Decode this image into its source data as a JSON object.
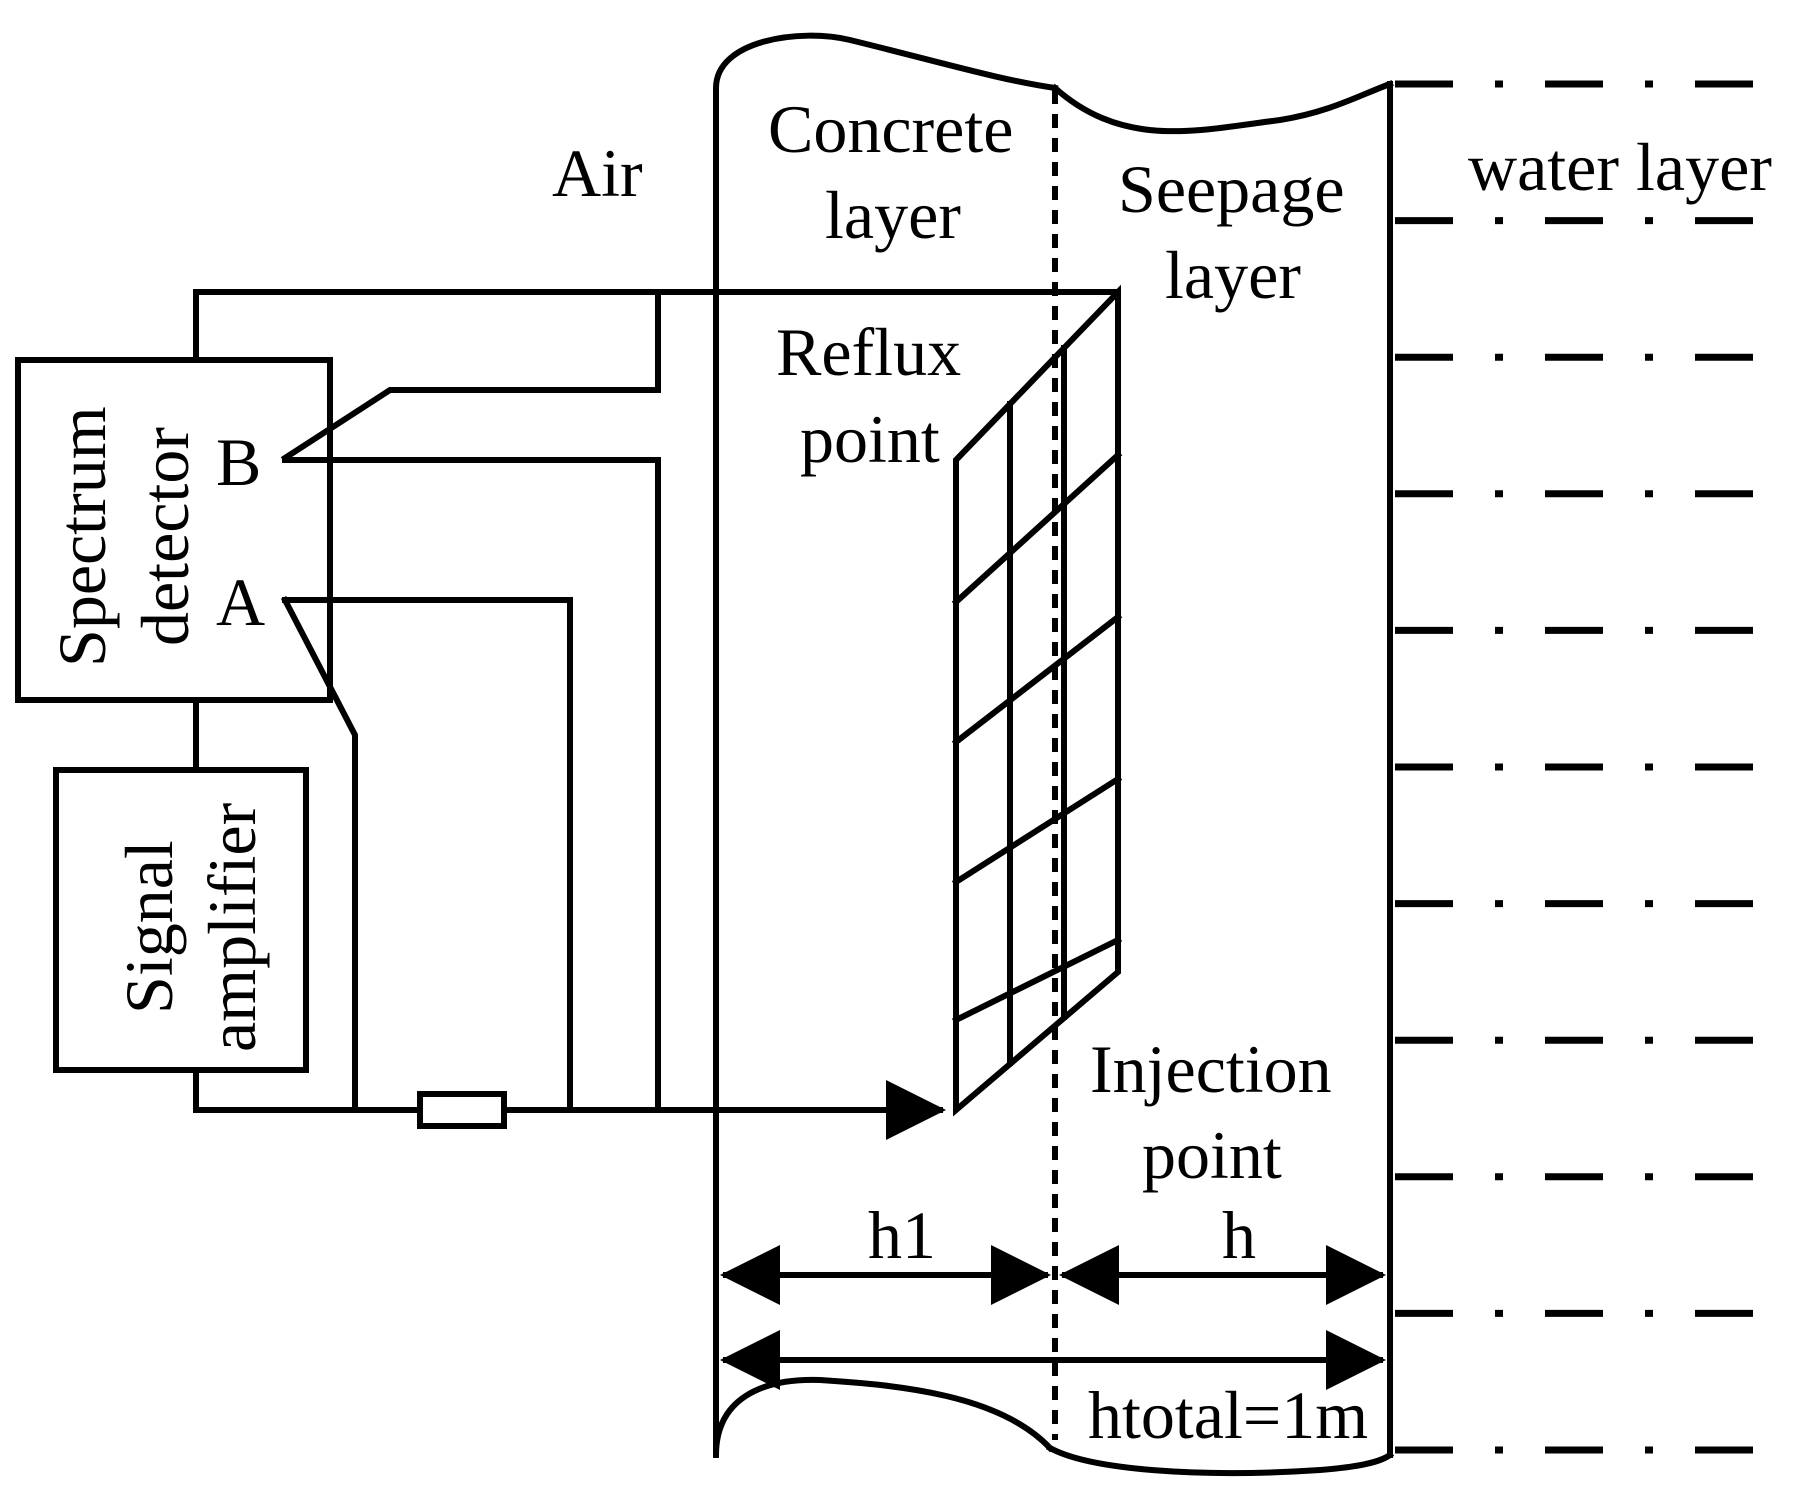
{
  "labels": {
    "air": "Air",
    "concrete_line1": "Concrete",
    "concrete_line2": "layer",
    "seepage_line1": "Seepage",
    "seepage_line2": "layer",
    "water": "water layer",
    "reflux_line1": "Reflux",
    "reflux_line2": "point",
    "injection_line1": "Injection",
    "injection_line2": "point",
    "spectrum_line1": "Spectrum",
    "spectrum_line2": "detector",
    "terminal_b": "B",
    "terminal_a": "A",
    "amplifier_line1": "Signal",
    "amplifier_line2": "amplifier",
    "dim_h1": "h1",
    "dim_h": "h",
    "dim_total": "htotal=1m"
  },
  "water_lines_count": 11
}
